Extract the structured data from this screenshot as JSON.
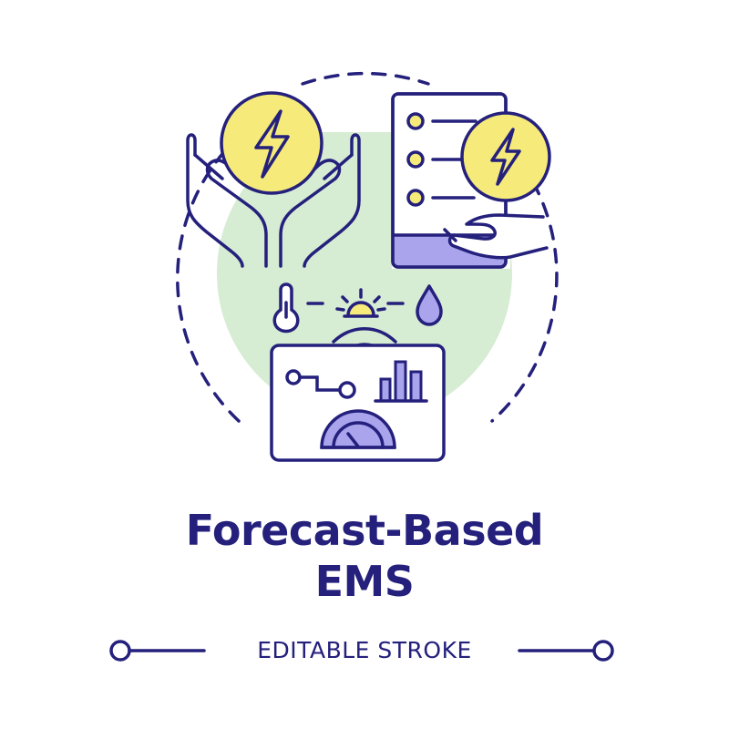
{
  "title": {
    "line1": "Forecast-Based",
    "line2": "EMS"
  },
  "footer": {
    "label": "EDITABLE STROKE"
  },
  "colors": {
    "stroke": "#24207c",
    "yellow": "#f5ea7a",
    "green": "#d6ecd3",
    "lavender": "#a9a4ec",
    "text": "#24207c"
  },
  "icons": [
    "hands-holding-energy-icon",
    "lightning-bolt-icon",
    "checklist-document-icon",
    "hand-offering-icon",
    "thermometer-icon",
    "sun-icon",
    "water-drop-icon",
    "wifi-signal-icon",
    "control-panel-icon",
    "slider-icon",
    "bar-chart-icon",
    "gauge-icon"
  ]
}
